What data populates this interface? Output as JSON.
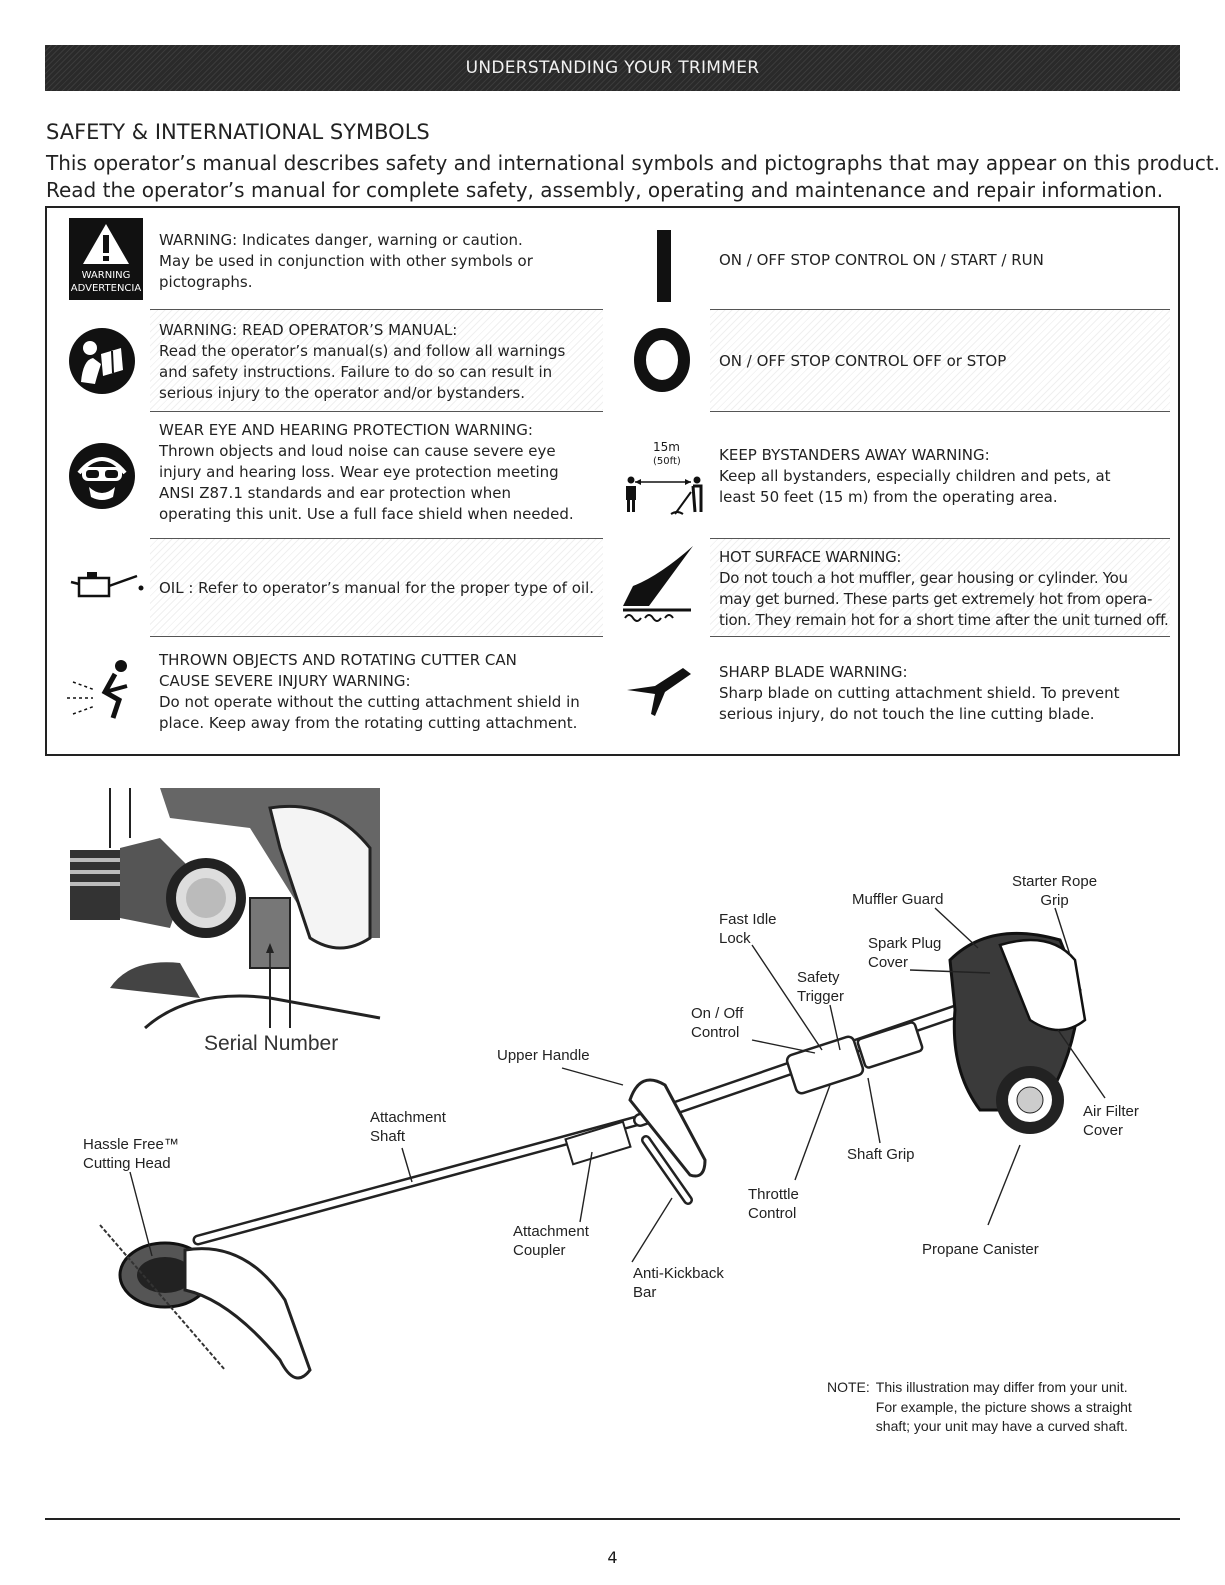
{
  "banner": "UNDERSTANDING YOUR TRIMMER",
  "section_title": "SAFETY & INTERNATIONAL SYMBOLS",
  "intro_line1": "This operator’s manual describes safety and international symbols and pictographs that may appear on this product.",
  "intro_line2": "Read the operator’s manual for complete safety, assembly, operating and maintenance and repair information.",
  "symbols_left": [
    {
      "icon": "warning-triangle-icon",
      "badge1": "WARNING",
      "badge2": "ADVERTENCIA",
      "lines": [
        "WARNING: Indicates danger, warning or caution.",
        "May be used in conjunction with other symbols or",
        "pictographs."
      ]
    },
    {
      "icon": "read-manual-icon",
      "lines": [
        "WARNING: READ OPERATOR’S MANUAL:",
        "Read the operator’s manual(s) and follow all warnings",
        "and safety instructions. Failure to do so can result in",
        "serious injury to the operator and/or bystanders."
      ]
    },
    {
      "icon": "eye-ear-protection-icon",
      "lines": [
        "WEAR EYE AND HEARING PROTECTION WARNING:",
        "Thrown objects and loud noise can cause severe eye",
        "injury and hearing loss. Wear eye protection meeting",
        "ANSI Z87.1 standards and ear protection when",
        "operating this unit. Use a full face shield when needed."
      ]
    },
    {
      "icon": "oil-can-icon",
      "lines": [
        "OIL : Refer to operator’s manual for the proper type of oil."
      ]
    },
    {
      "icon": "thrown-objects-icon",
      "lines": [
        "THROWN OBJECTS AND ROTATING CUTTER CAN",
        "CAUSE SEVERE INJURY WARNING:",
        "Do not operate without the cutting attachment shield in",
        "place. Keep away from the rotating cutting attachment."
      ]
    }
  ],
  "symbols_right": [
    {
      "icon": "on-symbol-icon",
      "lines": [
        "ON / OFF STOP CONTROL ON / START / RUN"
      ]
    },
    {
      "icon": "off-symbol-icon",
      "lines": [
        "ON / OFF STOP CONTROL OFF or STOP"
      ]
    },
    {
      "icon": "bystanders-distance-icon",
      "distance_m": "15m",
      "distance_ft": "(50ft)",
      "lines": [
        "KEEP BYSTANDERS AWAY WARNING:",
        "Keep all bystanders, especially children and pets, at",
        "least 50 feet (15 m) from the operating area."
      ]
    },
    {
      "icon": "hot-surface-icon",
      "lines": [
        "HOT SURFACE WARNING:",
        "Do not touch a hot muffler, gear housing or cylinder. You",
        "may get burned. These parts get extremely hot from opera-",
        "tion. They remain hot for a short time after the unit turned off."
      ]
    },
    {
      "icon": "sharp-blade-icon",
      "lines": [
        "SHARP BLADE WARNING:",
        "Sharp blade on cutting attachment shield. To prevent",
        "serious injury, do not touch the line cutting blade."
      ]
    }
  ],
  "diagram": {
    "serial_number": "Serial Number",
    "labels": {
      "hassle_free": [
        "Hassle Free™",
        "Cutting Head"
      ],
      "attachment_shaft": [
        "Attachment",
        "Shaft"
      ],
      "upper_handle": [
        "Upper Handle"
      ],
      "attachment_coupler": [
        "Attachment",
        "Coupler"
      ],
      "anti_kickback": [
        "Anti-Kickback",
        "Bar"
      ],
      "fast_idle": [
        "Fast Idle",
        "Lock"
      ],
      "on_off": [
        "On / Off",
        "Control"
      ],
      "safety_trigger": [
        "Safety",
        "Trigger"
      ],
      "throttle": [
        "Throttle",
        "Control"
      ],
      "shaft_grip": [
        "Shaft Grip"
      ],
      "muffler_guard": [
        "Muffler Guard"
      ],
      "spark_plug": [
        "Spark Plug",
        "Cover"
      ],
      "starter_rope": [
        "Starter Rope",
        "Grip"
      ],
      "air_filter": [
        "Air Filter",
        "Cover"
      ],
      "propane": [
        "Propane Canister"
      ]
    }
  },
  "note": {
    "label": "NOTE:",
    "lines": [
      "This illustration may differ from your unit.",
      "For example, the picture shows a straight",
      "shaft; your unit may have a curved shaft."
    ]
  },
  "page_number": "4"
}
